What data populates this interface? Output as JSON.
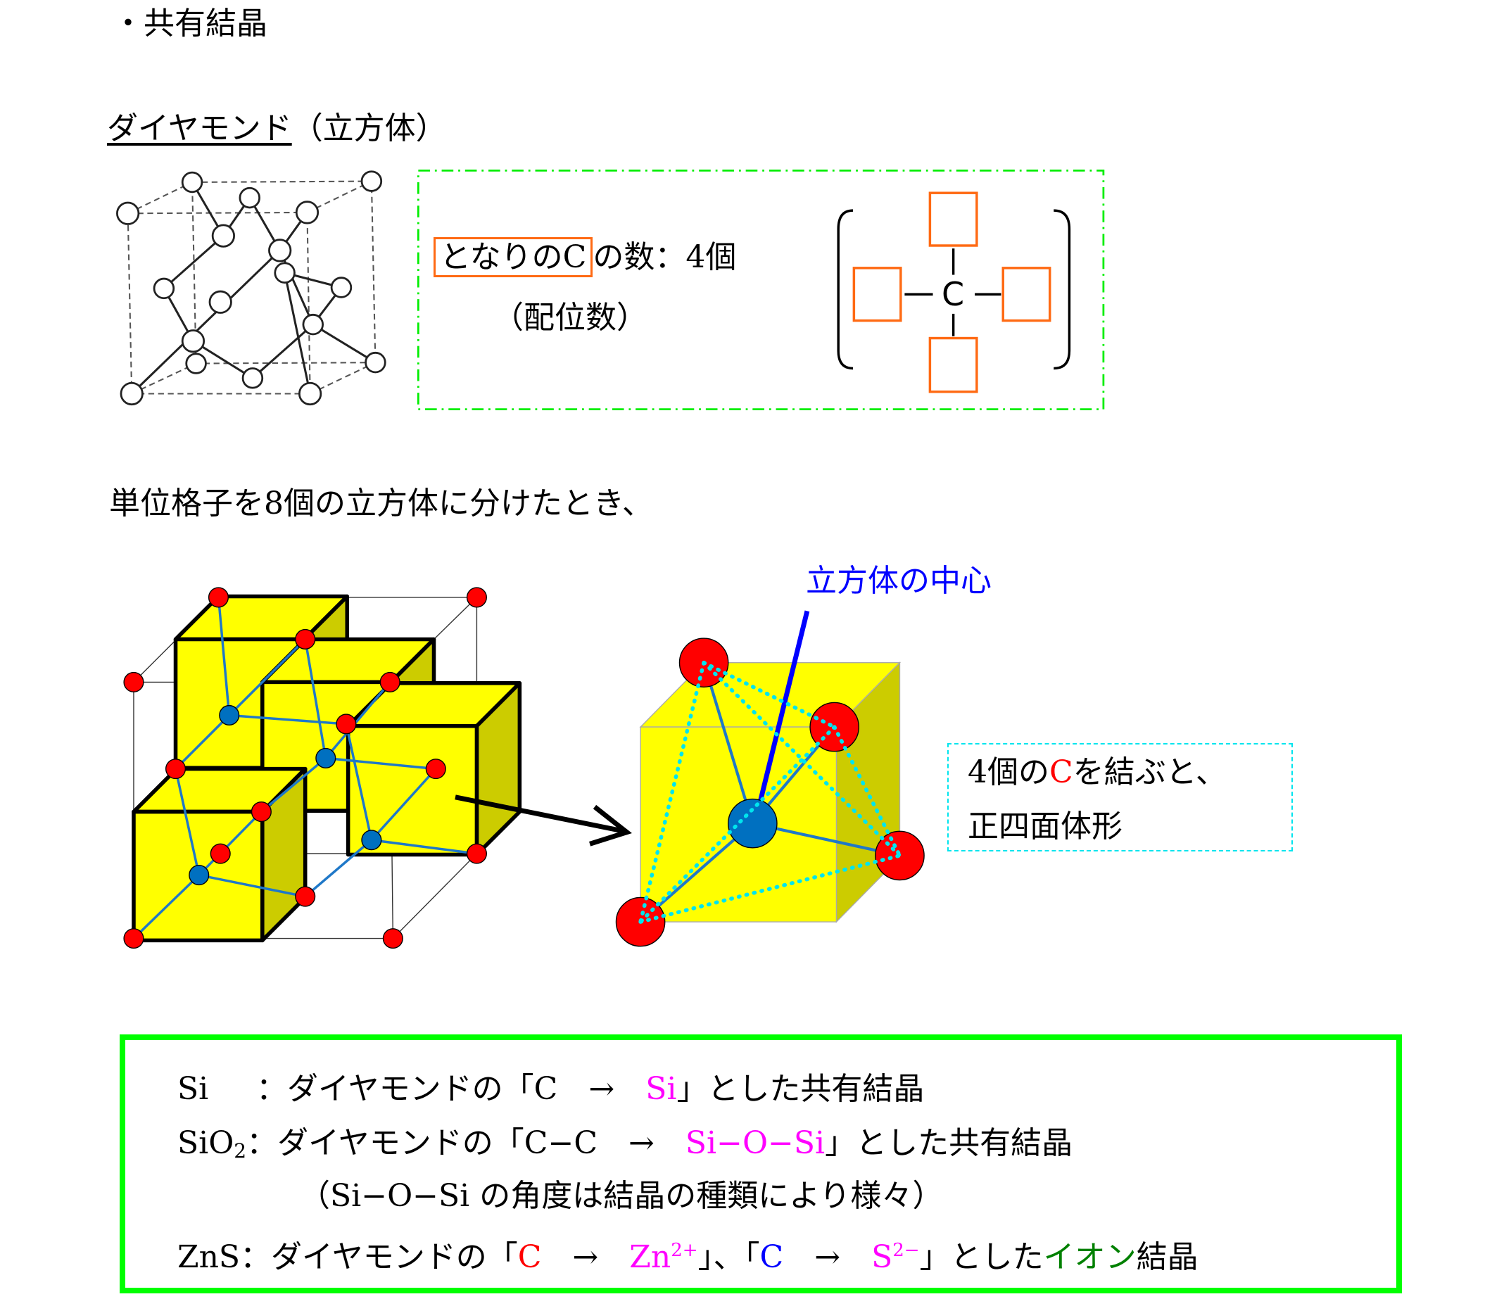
{
  "title": "・共有結晶",
  "diamond": {
    "heading_underlined": "ダイヤモンド",
    "heading_rest": "（立方体）",
    "neighbor_label": "となりのC",
    "neighbor_rest": "の数：4個",
    "coordination": "（配位数）",
    "center_atom": "C"
  },
  "unit_cell_text": "単位格子を8個の立方体に分けたとき、",
  "cube_center_label": "立方体の中心",
  "tetra_note": {
    "line1_a": "4個の",
    "line1_c": "C",
    "line1_b": "を結ぶと、",
    "line2": "正四面体形"
  },
  "summary": {
    "si": {
      "name": "Si",
      "a": "：ダイヤモンドの「C　→　",
      "b": "Si",
      "c": "」とした共有結晶"
    },
    "sio2": {
      "name": "SiO",
      "sub": "2",
      "a": "：ダイヤモンドの「C−C　→　",
      "b": "Si−O−Si",
      "c": "」とした共有結晶"
    },
    "note": "（Si−O−Si の角度は結晶の種類により様々）",
    "zns": {
      "name": "ZnS",
      "a": "：ダイヤモンドの「",
      "c1": "C",
      "arrow1": "　→　",
      "zn": "Zn",
      "zn_charge": "2+",
      "mid": "」、「",
      "c2": "C",
      "arrow2": "　→　",
      "s": "S",
      "s_charge": "2−",
      "end": "」とした",
      "ion": "イオン",
      "tail": "結晶"
    }
  },
  "colors": {
    "accent_green": "#00ff00",
    "orange": "#ff6a13",
    "yellow": "#ffff00",
    "atom_red": "#ff0000",
    "atom_blue": "#0070c0",
    "cyan": "#00e5ee"
  }
}
